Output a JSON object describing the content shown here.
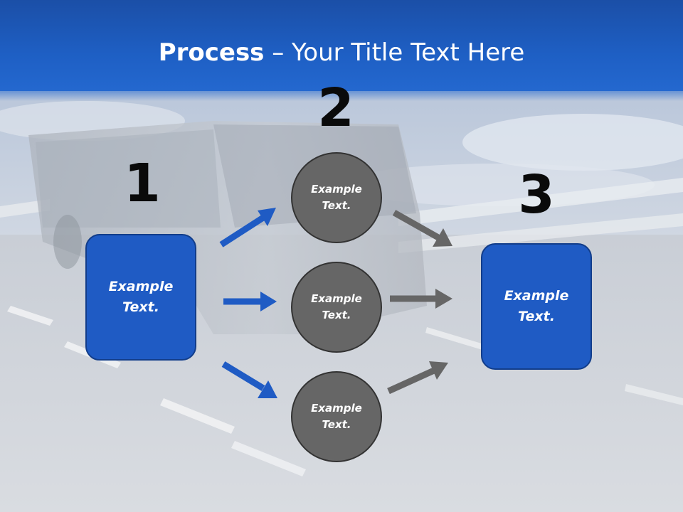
{
  "title": {
    "bold": "Process",
    "rest": " – Your Title Text Here"
  },
  "steps": {
    "one": {
      "number": "1",
      "box_text": "Example Text."
    },
    "two": {
      "number": "2",
      "circles": [
        "Example Text.",
        "Example Text.",
        "Example Text."
      ]
    },
    "three": {
      "number": "3",
      "box_text": "Example Text."
    }
  },
  "colors": {
    "title_band": "#1e5fc4",
    "box_fill": "#1f5bc4",
    "circle_fill": "#666666",
    "blue_arrow": "#1f5bc4",
    "gray_arrow": "#666666"
  }
}
